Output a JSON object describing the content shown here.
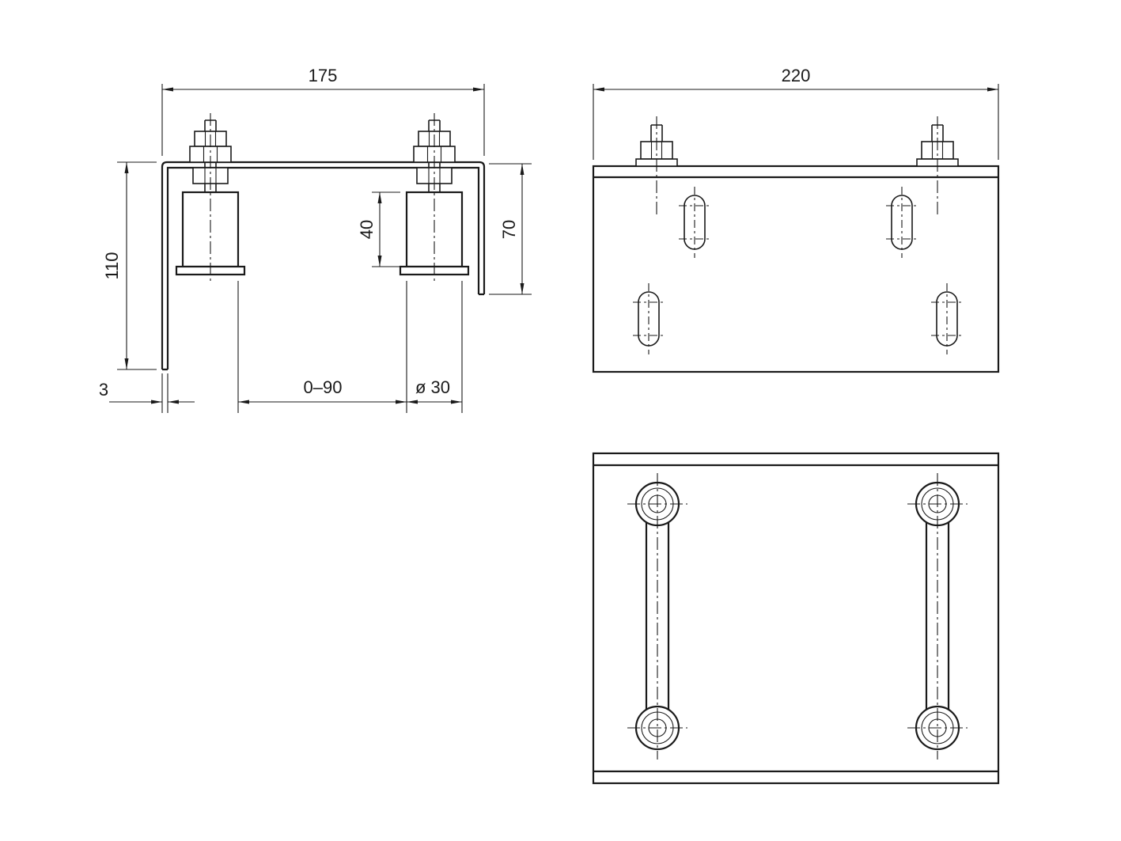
{
  "views": {
    "front": {
      "dims": {
        "width": "175",
        "height": "110",
        "right_height": "70",
        "roller_height": "40",
        "thickness": "3",
        "adjust_range": "0–90",
        "roller_diameter": "ø 30"
      }
    },
    "top": {
      "dims": {
        "width": "220"
      }
    }
  },
  "colors": {
    "line": "#1a1a1a",
    "background": "#ffffff"
  }
}
